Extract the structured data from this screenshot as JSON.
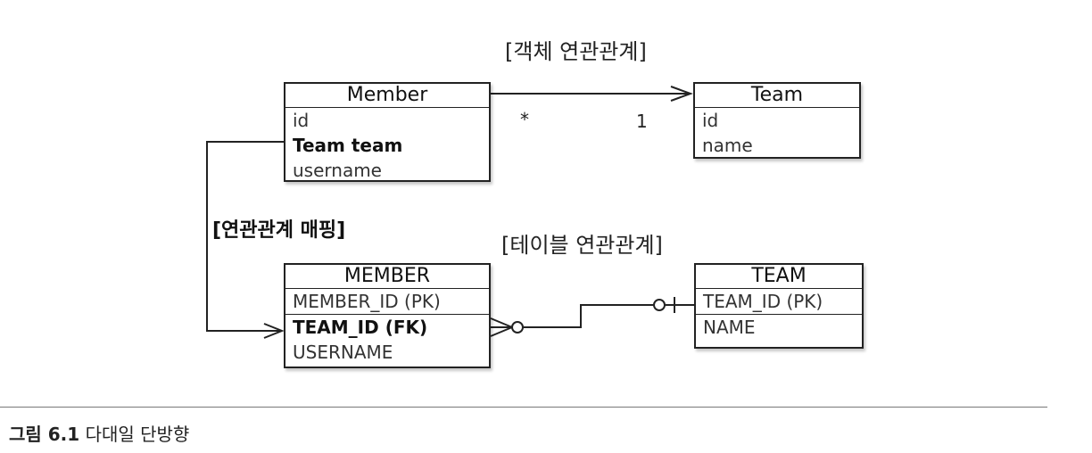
{
  "labels": {
    "object_relation": "[객체 연관관계]",
    "mapping": "[연관관계 매핑]",
    "table_relation": "[테이블 연관관계]"
  },
  "object_model": {
    "member": {
      "title": "Member",
      "fields": [
        "id",
        "Team team",
        "username"
      ]
    },
    "team": {
      "title": "Team",
      "fields": [
        "id",
        "name"
      ]
    },
    "multiplicity": {
      "member_side": "*",
      "team_side": "1"
    }
  },
  "table_model": {
    "member": {
      "title": "MEMBER",
      "fields": [
        "MEMBER_ID (PK)",
        "TEAM_ID (FK)",
        "USERNAME"
      ]
    },
    "team": {
      "title": "TEAM",
      "fields": [
        "TEAM_ID (PK)",
        "NAME"
      ]
    }
  },
  "caption": {
    "number": "그림 6.1",
    "text": "다대일 단방향"
  }
}
